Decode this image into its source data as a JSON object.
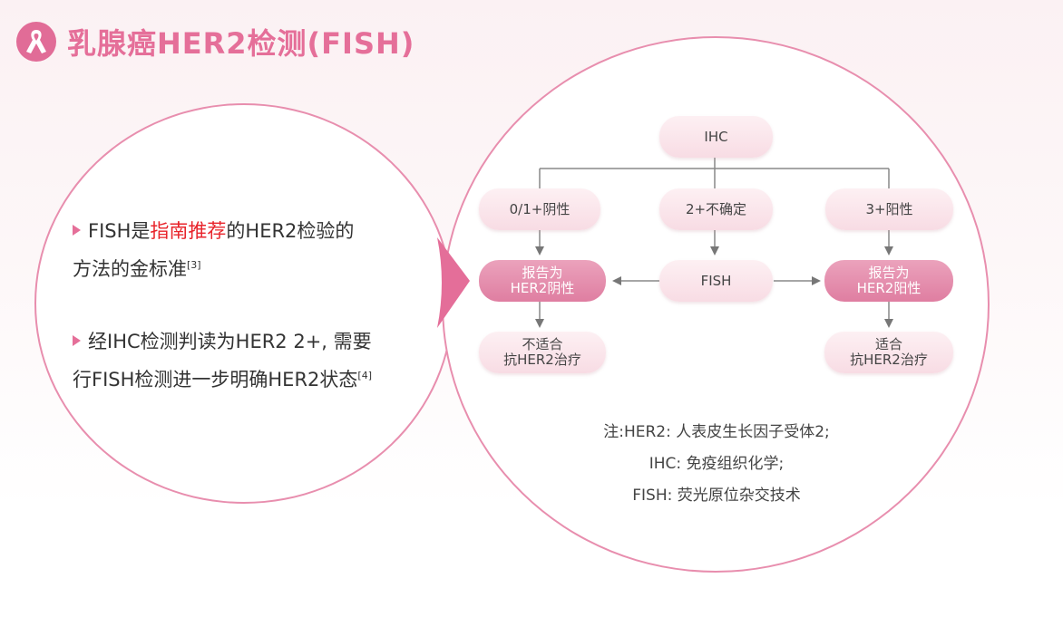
{
  "header": {
    "title": "乳腺癌HER2检测(FISH)"
  },
  "bullets": [
    {
      "pre": "FISH是",
      "highlight": "指南推荐",
      "post": "的HER2检验的",
      "line2": "方法的金标准",
      "ref": "[3]"
    },
    {
      "line1": "经IHC检测判读为HER2 2+, 需要",
      "line2": "行FISH检测进一步明确HER2状态",
      "ref": "[4]"
    }
  ],
  "flowchart": {
    "ihc": "IHC",
    "negative": "0/1+阴性",
    "uncertain": "2+不确定",
    "positive": "3+阳性",
    "fish": "FISH",
    "report_negative": [
      "报告为",
      "HER2阴性"
    ],
    "report_positive": [
      "报告为",
      "HER2阳性"
    ],
    "not_suitable": [
      "不适合",
      "抗HER2治疗"
    ],
    "suitable": [
      "适合",
      "抗HER2治疗"
    ]
  },
  "notes": [
    "注:HER2: 人表皮生长因子受体2;",
    "IHC: 免疫组织化学;",
    "FISH: 荧光原位杂交技术"
  ],
  "colors": {
    "brand_pink": "#e56f99",
    "highlight_red": "#e8242b",
    "circle_border": "#e88eae"
  },
  "icons": {
    "ribbon": "ribbon-icon"
  }
}
